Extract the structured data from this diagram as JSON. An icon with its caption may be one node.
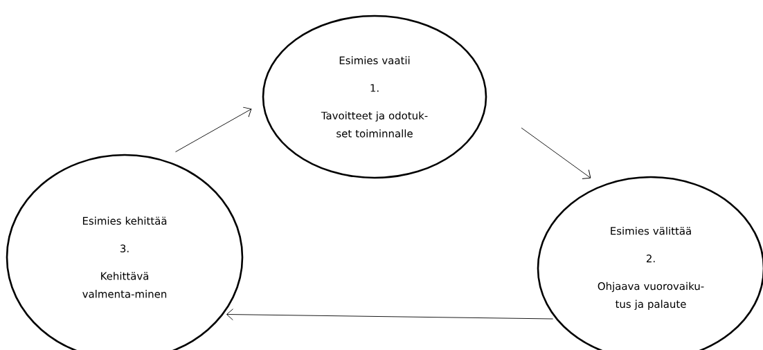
{
  "diagram": {
    "nodes": [
      {
        "text": [
          "Esimies vaatii",
          "1.",
          "Tavoitteet ja odotuk-set toiminnalle"
        ]
      },
      {
        "text": [
          "Esimies välittää",
          "2.",
          "Ohjaava vuorovaiku-tus ja palaute"
        ]
      },
      {
        "text": [
          "Esimies kehittää",
          "3.",
          "Kehittävä valmenta-minen"
        ]
      }
    ],
    "edges": [
      {
        "from": 2,
        "to": 0,
        "arrow": "to"
      },
      {
        "from": 0,
        "to": 1,
        "arrow": "to"
      },
      {
        "from": 1,
        "to": 2,
        "arrow": "to"
      }
    ]
  }
}
